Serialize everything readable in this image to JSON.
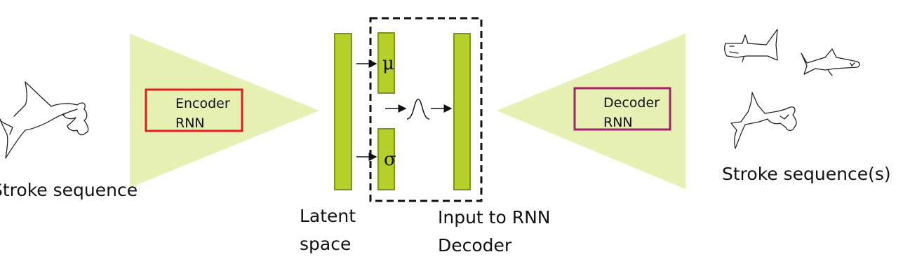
{
  "colors": {
    "trapezoid_fill": "#e6f0b3",
    "bar_fill": "#b5cf2b",
    "bar_stroke": "#7a9620",
    "encoder_box": "#e31b1b",
    "decoder_box": "#a3206f",
    "dashed_box": "#111111"
  },
  "input": {
    "label": "Stroke sequence",
    "sketch_icon": "shark-sketch"
  },
  "encoder": {
    "line1": "Encoder",
    "line2": "RNN"
  },
  "latent": {
    "line1": "Latent",
    "line2": "space"
  },
  "mu": {
    "symbol": "μ"
  },
  "sigma": {
    "symbol": "σ"
  },
  "sample_icon": "gaussian-curve",
  "rnn_input": {
    "line1": "Input to RNN",
    "line2": "Decoder"
  },
  "decoder": {
    "line1": "Decoder",
    "line2": "RNN"
  },
  "output": {
    "label": "Stroke sequence(s)",
    "sketch_icons": [
      "shark-sketch",
      "shark-sketch",
      "shark-sketch"
    ]
  }
}
